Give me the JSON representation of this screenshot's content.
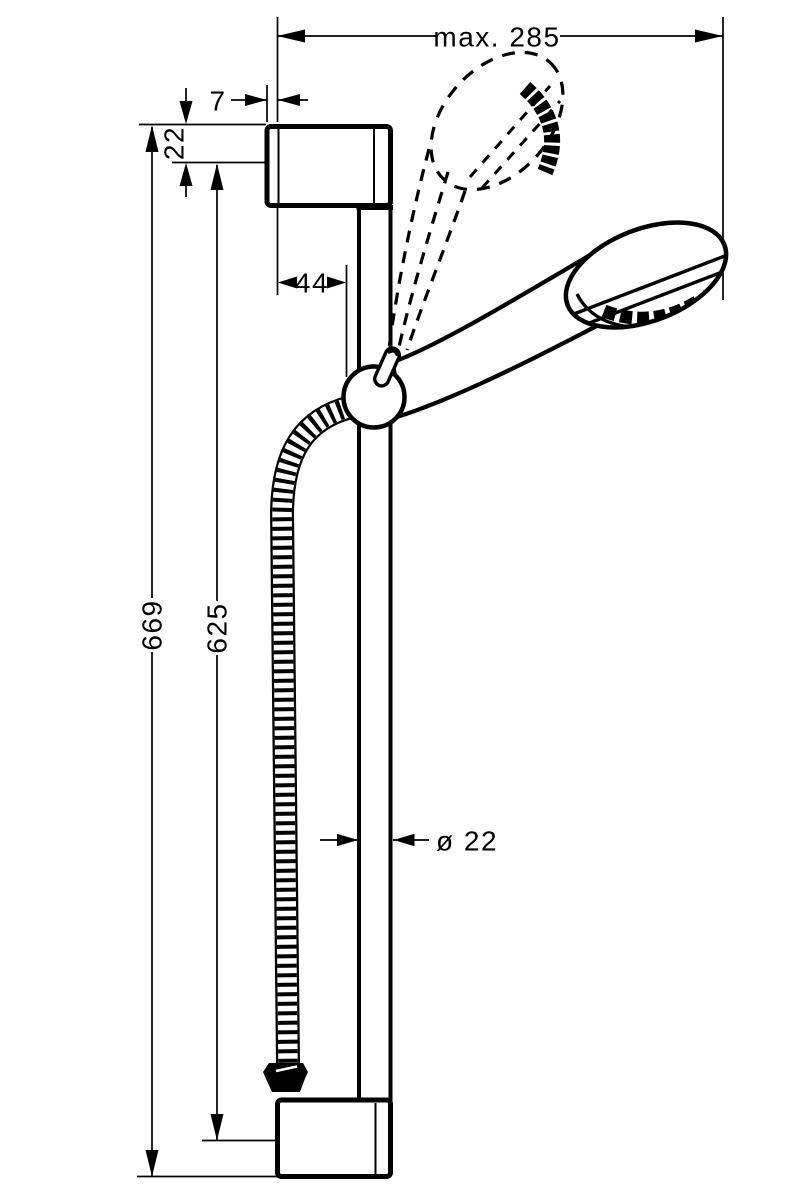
{
  "drawing": {
    "kind": "technical dimension drawing",
    "subject": "shower set with wall bar, hand shower, holder and hose",
    "background_color": "#ffffff",
    "line_color": "#000000"
  },
  "dimensions": {
    "max_width": {
      "label": "max. 285",
      "value": 285,
      "qualifier": "max."
    },
    "bracket_depth": {
      "label": "7",
      "value": 7
    },
    "top_offset": {
      "label": "22",
      "value": 22
    },
    "wall_to_holder": {
      "label": "44",
      "value": 44
    },
    "overall_height": {
      "label": "669",
      "value": 669
    },
    "bar_length": {
      "label": "625",
      "value": 625
    },
    "bar_diameter": {
      "label": "ø 22",
      "value": 22,
      "symbol": "ø"
    }
  },
  "parts": {
    "top_bracket": "wall bracket (top)",
    "bottom_bracket": "wall bracket (bottom)",
    "bar": "slide bar",
    "holder": "shower holder",
    "hand_shower": "hand shower",
    "hand_shower_alt": "hand shower alternate position (dashed)",
    "hose": "shower hose",
    "hose_connector": "hose connector"
  }
}
